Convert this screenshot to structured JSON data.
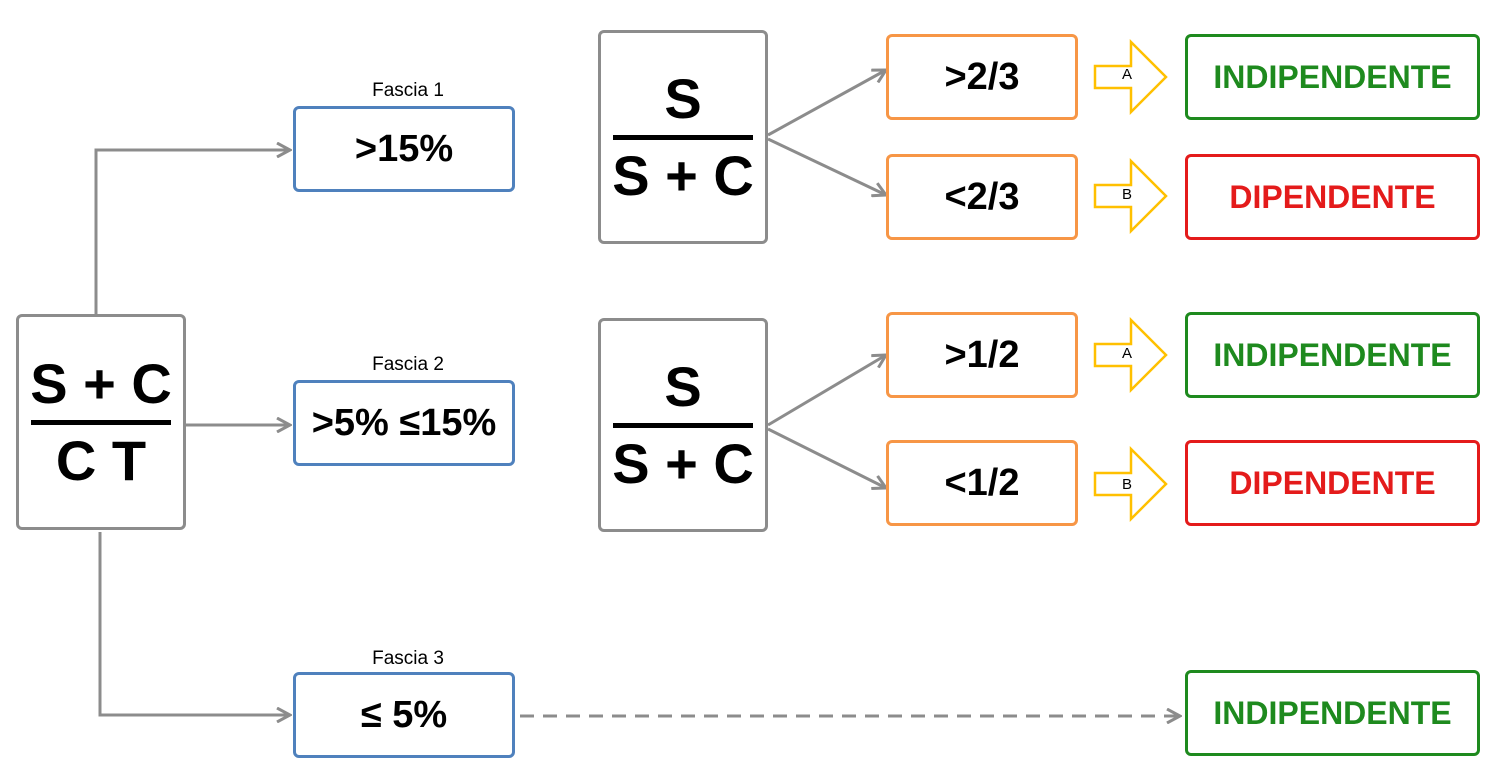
{
  "root": {
    "numerator": "S + C",
    "denominator": "C T"
  },
  "bands": [
    {
      "label": "Fascia 1",
      "condition": ">15%"
    },
    {
      "label": "Fascia 2",
      "condition": ">5% ≤15%"
    },
    {
      "label": "Fascia 3",
      "condition": "≤ 5%"
    }
  ],
  "ratio_boxes": [
    {
      "numerator": "S",
      "denominator": "S + C"
    },
    {
      "numerator": "S",
      "denominator": "S + C"
    }
  ],
  "thresholds": [
    ">2/3",
    "<2/3",
    ">1/2",
    "<1/2"
  ],
  "arrow_labels": [
    "A",
    "B",
    "A",
    "B"
  ],
  "outcomes": [
    "INDIPENDENTE",
    "DIPENDENTE",
    "INDIPENDENTE",
    "DIPENDENTE",
    "INDIPENDENTE"
  ],
  "colors": {
    "connector": "#8c8c8c",
    "band_border": "#4f81bd",
    "threshold_border": "#f79646",
    "block_arrow": "#ffc000",
    "independent": "#1e8a1e",
    "dependent": "#e41b1b"
  }
}
